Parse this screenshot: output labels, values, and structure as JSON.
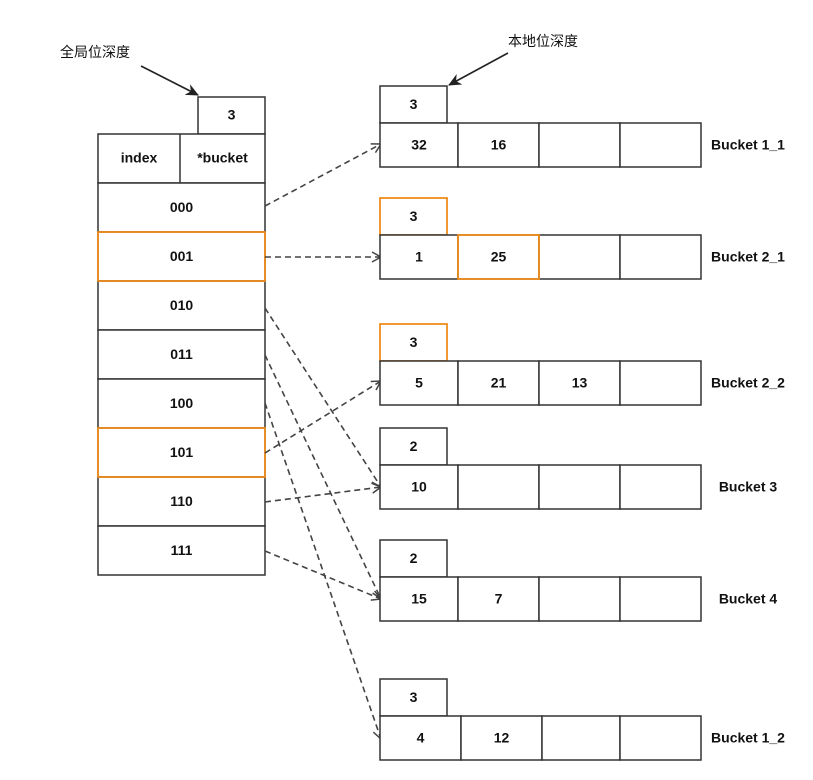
{
  "labels": {
    "global_depth_caption": "全局位深度",
    "local_depth_caption": "本地位深度"
  },
  "directory": {
    "global_depth": "3",
    "header_index": "index",
    "header_bucket": "*bucket",
    "rows": [
      {
        "index": "000",
        "highlight": false,
        "target": "b1_1"
      },
      {
        "index": "001",
        "highlight": true,
        "target": "b2_1"
      },
      {
        "index": "010",
        "highlight": false,
        "target": "b3"
      },
      {
        "index": "011",
        "highlight": false,
        "target": "b4"
      },
      {
        "index": "100",
        "highlight": false,
        "target": "b1_2"
      },
      {
        "index": "101",
        "highlight": true,
        "target": "b2_2"
      },
      {
        "index": "110",
        "highlight": false,
        "target": "b3"
      },
      {
        "index": "111",
        "highlight": false,
        "target": "b4"
      }
    ]
  },
  "buckets": [
    {
      "id": "b1_1",
      "name": "Bucket 1_1",
      "local_depth": "3",
      "depth_highlight": false,
      "slots": [
        "32",
        "16",
        "",
        ""
      ],
      "slot_highlight": [
        false,
        false,
        false,
        false
      ]
    },
    {
      "id": "b2_1",
      "name": "Bucket 2_1",
      "local_depth": "3",
      "depth_highlight": true,
      "slots": [
        "1",
        "25",
        "",
        ""
      ],
      "slot_highlight": [
        false,
        true,
        false,
        false
      ]
    },
    {
      "id": "b2_2",
      "name": "Bucket 2_2",
      "local_depth": "3",
      "depth_highlight": true,
      "slots": [
        "5",
        "21",
        "13",
        ""
      ],
      "slot_highlight": [
        false,
        false,
        false,
        false
      ]
    },
    {
      "id": "b3",
      "name": "Bucket 3",
      "local_depth": "2",
      "depth_highlight": false,
      "slots": [
        "10",
        "",
        "",
        ""
      ],
      "slot_highlight": [
        false,
        false,
        false,
        false
      ]
    },
    {
      "id": "b4",
      "name": "Bucket 4",
      "local_depth": "2",
      "depth_highlight": false,
      "slots": [
        "15",
        "7",
        "",
        ""
      ],
      "slot_highlight": [
        false,
        false,
        false,
        false
      ]
    },
    {
      "id": "b1_2",
      "name": "Bucket 1_2",
      "local_depth": "3",
      "depth_highlight": false,
      "slots": [
        "4",
        "12",
        "",
        ""
      ],
      "slot_highlight": [
        false,
        false,
        false,
        false
      ]
    }
  ],
  "colors": {
    "stroke": "#333333",
    "highlight": "#f08c1c",
    "arrow": "#444444",
    "text": "#111111"
  }
}
